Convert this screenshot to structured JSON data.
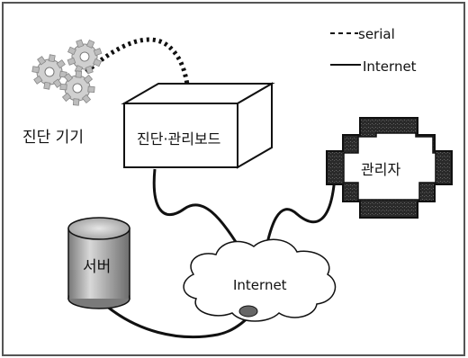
{
  "legend": {
    "serial_label": "serial",
    "internet_label": "Internet"
  },
  "nodes": {
    "devices_label": "진단 기기",
    "board_label": "진단·관리보드",
    "manager_label": "관리자",
    "server_label": "서버",
    "cloud_label": "Internet"
  },
  "colors": {
    "line": "#111111",
    "frame": "#555555",
    "background": "#ffffff",
    "gear": "#bdbdbd",
    "manager_dark": "#1a1a1a"
  }
}
